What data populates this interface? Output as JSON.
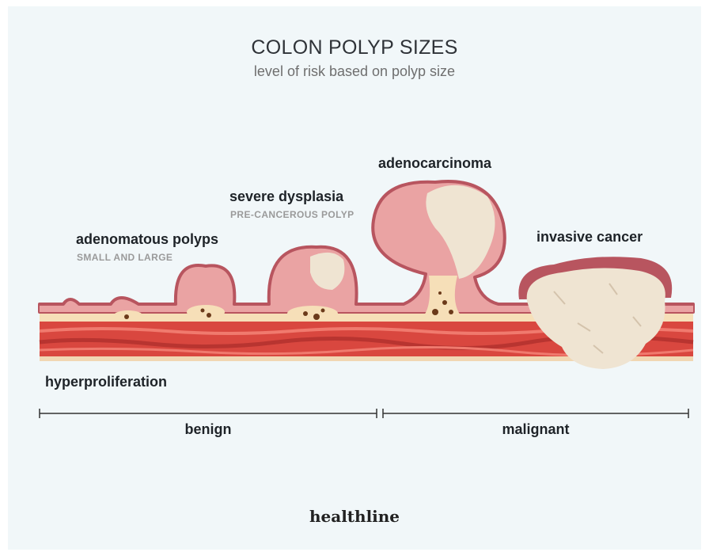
{
  "header": {
    "title": "COLON POLYP SIZES",
    "subtitle": "level of risk based on polyp size"
  },
  "stages": {
    "hyperproliferation": {
      "label": "hyperproliferation"
    },
    "adenomatous": {
      "label": "adenomatous polyps",
      "sublabel": "SMALL AND LARGE"
    },
    "dysplasia": {
      "label": "severe dysplasia",
      "sublabel": "PRE-CANCEROUS POLYP"
    },
    "adenocarcinoma": {
      "label": "adenocarcinoma"
    },
    "invasive": {
      "label": "invasive cancer"
    }
  },
  "scale": {
    "benign": "benign",
    "malignant": "malignant"
  },
  "brand": {
    "logo_text": "healthline"
  },
  "colors": {
    "background": "#f1f7f9",
    "polyp_pink": "#eaa3a3",
    "polyp_rim": "#b8555f",
    "tumor_cream": "#efe4d2",
    "muscle_red": "#d9473f",
    "mucosa_yellow": "#f6dfb8"
  }
}
